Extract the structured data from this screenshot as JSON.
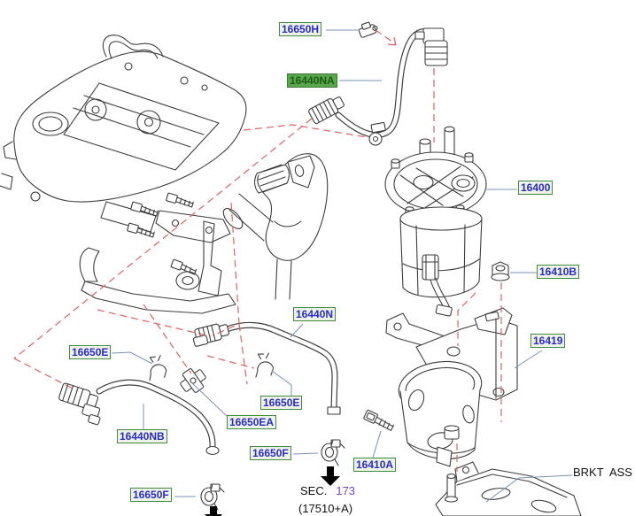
{
  "labels": [
    {
      "id": "16650H",
      "text": "16650H",
      "style": "box"
    },
    {
      "id": "16440NA",
      "text": "16440NA",
      "style": "highlight"
    },
    {
      "id": "16400",
      "text": "16400",
      "style": "box"
    },
    {
      "id": "16410B",
      "text": "16410B",
      "style": "box"
    },
    {
      "id": "16419",
      "text": "16419",
      "style": "box"
    },
    {
      "id": "16440N",
      "text": "16440N",
      "style": "box"
    },
    {
      "id": "16650E-left",
      "text": "16650E",
      "style": "box"
    },
    {
      "id": "16650E-right",
      "text": "16650E",
      "style": "box"
    },
    {
      "id": "16650EA",
      "text": "16650EA",
      "style": "box"
    },
    {
      "id": "16440NB",
      "text": "16440NB",
      "style": "box"
    },
    {
      "id": "16650F-mid",
      "text": "16650F",
      "style": "box"
    },
    {
      "id": "16650F-bottom",
      "text": "16650F",
      "style": "box"
    },
    {
      "id": "16410A",
      "text": "16410A",
      "style": "box"
    }
  ],
  "annotations": {
    "bracket_assembly": "BRKT  ASS",
    "section_prefix": "SEC.",
    "section_number": "173",
    "section_code": "(17510+A)"
  },
  "colors": {
    "label_text": "#2a2ac4",
    "label_border": "#43883f",
    "label_background": "#eef3ea",
    "highlight_background": "#58a74c",
    "highlight_text": "#1d5a13",
    "leader_line": "#7b90ba",
    "dashed_leader": "#e16160",
    "drawing_line": "#3d3d3d",
    "section_number_color": "#7b3fd4",
    "arrow": "#000000"
  }
}
